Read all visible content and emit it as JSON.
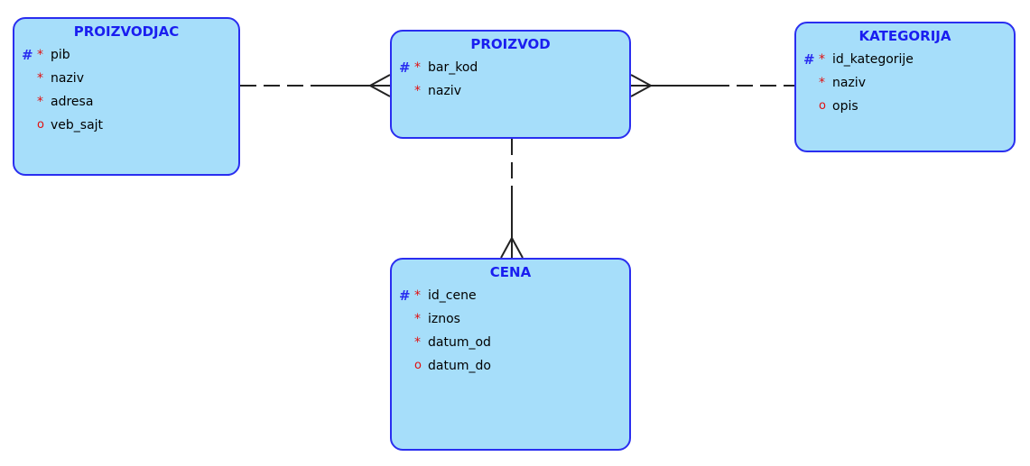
{
  "colors": {
    "entity_fill": "#a6defa",
    "entity_border": "#2a2ef0",
    "title_text": "#1a1ef0",
    "pk_marker": "#2a2ef0",
    "required_marker": "#e01010",
    "line": "#222222"
  },
  "entities": {
    "proizvodjac": {
      "title": "PROIZVODJAC",
      "attributes": [
        {
          "pk": "#",
          "marker": "*",
          "name": "pib"
        },
        {
          "pk": "",
          "marker": "*",
          "name": "naziv"
        },
        {
          "pk": "",
          "marker": "*",
          "name": "adresa"
        },
        {
          "pk": "",
          "marker": "o",
          "name": "veb_sajt"
        }
      ]
    },
    "proizvod": {
      "title": "PROIZVOD",
      "attributes": [
        {
          "pk": "#",
          "marker": "*",
          "name": "bar_kod"
        },
        {
          "pk": "",
          "marker": "*",
          "name": "naziv"
        }
      ]
    },
    "kategorija": {
      "title": "KATEGORIJA",
      "attributes": [
        {
          "pk": "#",
          "marker": "*",
          "name": "id_kategorije"
        },
        {
          "pk": "",
          "marker": "*",
          "name": "naziv"
        },
        {
          "pk": "",
          "marker": "o",
          "name": "opis"
        }
      ]
    },
    "cena": {
      "title": "CENA",
      "attributes": [
        {
          "pk": "#",
          "marker": "*",
          "name": "id_cene"
        },
        {
          "pk": "",
          "marker": "*",
          "name": "iznos"
        },
        {
          "pk": "",
          "marker": "*",
          "name": "datum_od"
        },
        {
          "pk": "",
          "marker": "o",
          "name": "datum_do"
        }
      ]
    }
  },
  "relationships": [
    {
      "from": "proizvodjac",
      "to": "proizvod",
      "many_side": "proizvod",
      "optional_side": "proizvodjac"
    },
    {
      "from": "kategorija",
      "to": "proizvod",
      "many_side": "proizvod",
      "optional_side": "kategorija"
    },
    {
      "from": "proizvod",
      "to": "cena",
      "many_side": "cena",
      "optional_side": "proizvod"
    }
  ]
}
